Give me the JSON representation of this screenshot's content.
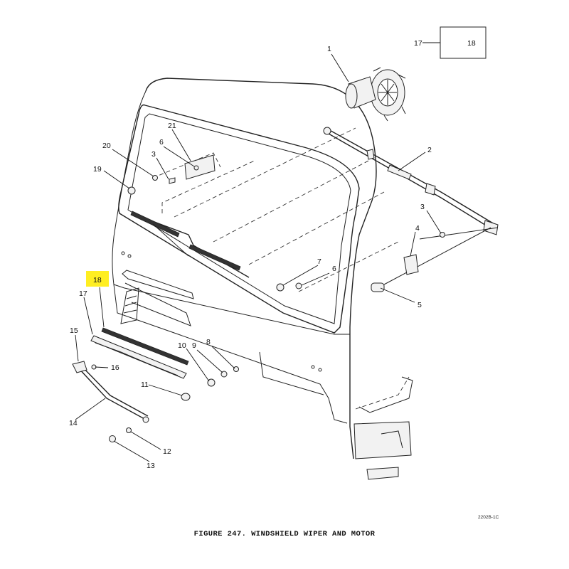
{
  "figure": {
    "caption": "FIGURE 247. WINDSHIELD WIPER AND MOTOR",
    "figure_id": "2202B-1C"
  },
  "reference_box": {
    "pointer_label": "17",
    "box_label": "18"
  },
  "highlight": {
    "label": "18",
    "color": "#ffee22"
  },
  "callouts": [
    {
      "id": "c1",
      "label": "1"
    },
    {
      "id": "c2",
      "label": "2"
    },
    {
      "id": "c3a",
      "label": "3"
    },
    {
      "id": "c3b",
      "label": "3"
    },
    {
      "id": "c4",
      "label": "4"
    },
    {
      "id": "c5",
      "label": "5"
    },
    {
      "id": "c6a",
      "label": "6"
    },
    {
      "id": "c6b",
      "label": "6"
    },
    {
      "id": "c7",
      "label": "7"
    },
    {
      "id": "c8",
      "label": "8"
    },
    {
      "id": "c9",
      "label": "9"
    },
    {
      "id": "c10",
      "label": "10"
    },
    {
      "id": "c11",
      "label": "11"
    },
    {
      "id": "c12",
      "label": "12"
    },
    {
      "id": "c13",
      "label": "13"
    },
    {
      "id": "c14",
      "label": "14"
    },
    {
      "id": "c15",
      "label": "15"
    },
    {
      "id": "c16",
      "label": "16"
    },
    {
      "id": "c17",
      "label": "17"
    },
    {
      "id": "c19",
      "label": "19"
    },
    {
      "id": "c20",
      "label": "20"
    },
    {
      "id": "c21",
      "label": "21"
    }
  ]
}
